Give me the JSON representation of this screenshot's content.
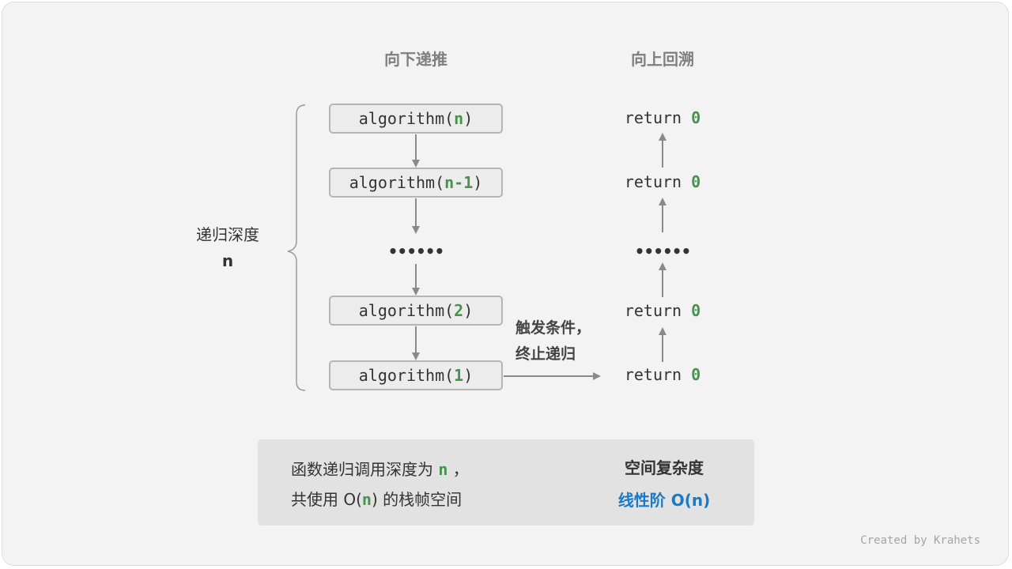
{
  "headers": {
    "down": "向下递推",
    "up": "向上回溯"
  },
  "calls": [
    {
      "fn": "algorithm(",
      "arg": "n",
      "close": ")"
    },
    {
      "fn": "algorithm(",
      "arg": "n-1",
      "close": ")"
    },
    {
      "fn": "algorithm(",
      "arg": "2",
      "close": ")"
    },
    {
      "fn": "algorithm(",
      "arg": "1",
      "close": ")"
    }
  ],
  "returns": [
    {
      "kw": "return ",
      "val": "0"
    },
    {
      "kw": "return ",
      "val": "0"
    },
    {
      "kw": "return ",
      "val": "0"
    },
    {
      "kw": "return ",
      "val": "0"
    }
  ],
  "ellipsis": "••••••",
  "depth": {
    "label": "递归深度",
    "value": "n"
  },
  "trigger": {
    "line1": "触发条件，",
    "line2": "终止递归"
  },
  "summary": {
    "line1_a": "函数递归调用深度为 ",
    "line1_var": "n",
    "line1_b": " ，",
    "line2_a": "共使用 O(",
    "line2_var": "n",
    "line2_b": ") 的栈帧空间",
    "space_title": "空间复杂度",
    "space_value": "线性阶 O(n)"
  },
  "credit": "Created by Krahets",
  "colors": {
    "green": "#4a9150",
    "blue": "#1a7ac8",
    "arrow": "#8a8a8a"
  }
}
